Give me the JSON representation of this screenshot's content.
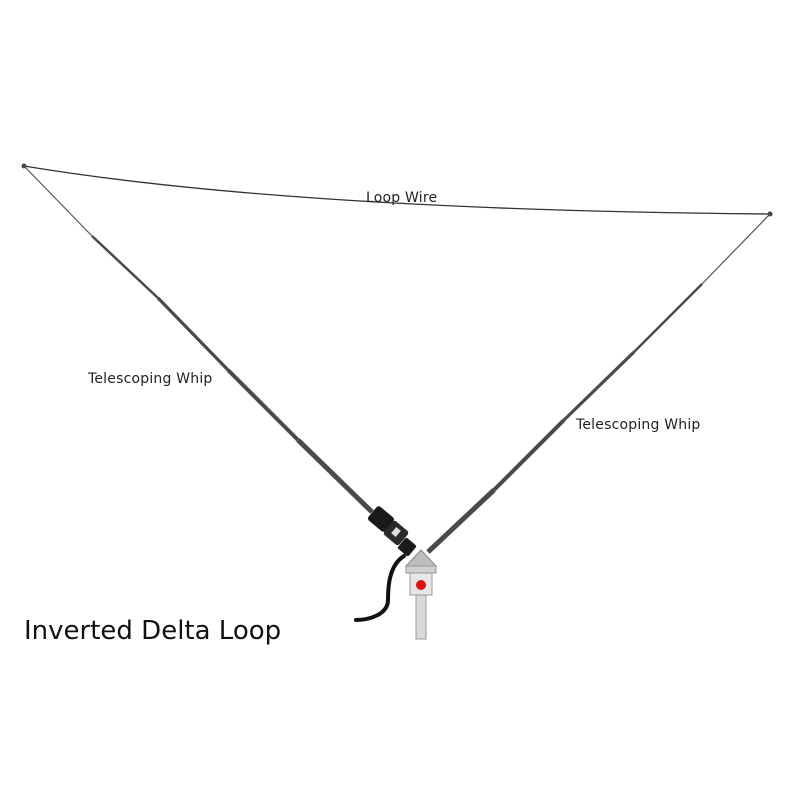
{
  "title": "Inverted Delta Loop",
  "labels": {
    "loop_wire": "Loop Wire",
    "whip_left": "Telescoping Whip",
    "whip_right": "Telescoping Whip"
  },
  "colors": {
    "wire": "#333333",
    "whip": "#4a4a4a",
    "connector": "#1a1a1a",
    "mount": "#c8c8c8",
    "indicator": "#e01010"
  }
}
